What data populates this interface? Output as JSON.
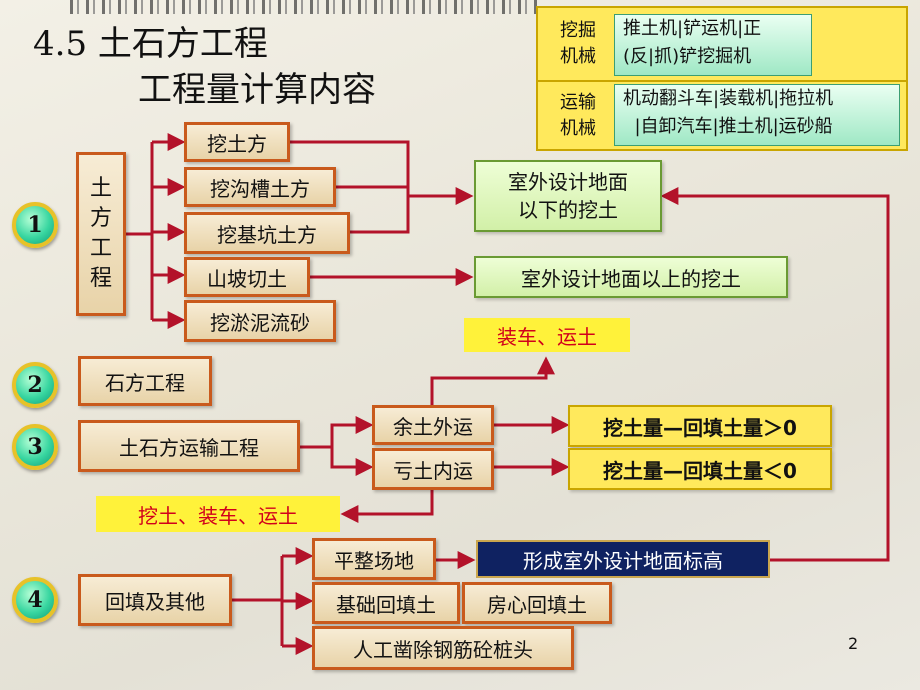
{
  "title": {
    "line1": "4.5    土石方工程",
    "line2": "工程量计算内容"
  },
  "machinery": {
    "excavation_label": "挖掘\n机械",
    "excavation_value": "推土机|铲运机|正\n(反|抓)铲挖掘机",
    "transport_label": "运输\n机械",
    "transport_value": "机动翻斗车|装载机|拖拉机\n  |自卸汽车|推土机|运砂船"
  },
  "sections": [
    {
      "number": "1",
      "label": "土\n方\n工\n程"
    },
    {
      "number": "2",
      "label": "石方工程"
    },
    {
      "number": "3",
      "label": "土石方运输工程"
    },
    {
      "number": "4",
      "label": "回填及其他"
    }
  ],
  "earthwork_items": [
    "挖土方",
    "挖沟槽土方",
    "挖基坑土方",
    "山坡切土",
    "挖淤泥流砂"
  ],
  "results": {
    "below_ground": "室外设计地面\n以下的挖土",
    "above_ground": "室外设计地面以上的挖土"
  },
  "transport": {
    "surplus": "余土外运",
    "deficit": "亏土内运",
    "surplus_formula": "挖土量—回填土量＞0",
    "deficit_formula": "挖土量—回填土量＜0",
    "load_transport": "装车、运土",
    "dig_load_transport": "挖土、装车、运土"
  },
  "backfill": {
    "grading": "平整场地",
    "grading_result": "形成室外设计地面标高",
    "foundation_backfill": "基础回填土",
    "room_backfill": "房心回填土",
    "pile_head": "人工凿除钢筋砼桩头"
  },
  "page_number": "2",
  "colors": {
    "connector": "#b3122a",
    "border": "#c95a1c",
    "navy": "#0f2261",
    "yellow": "#ffe95c"
  }
}
